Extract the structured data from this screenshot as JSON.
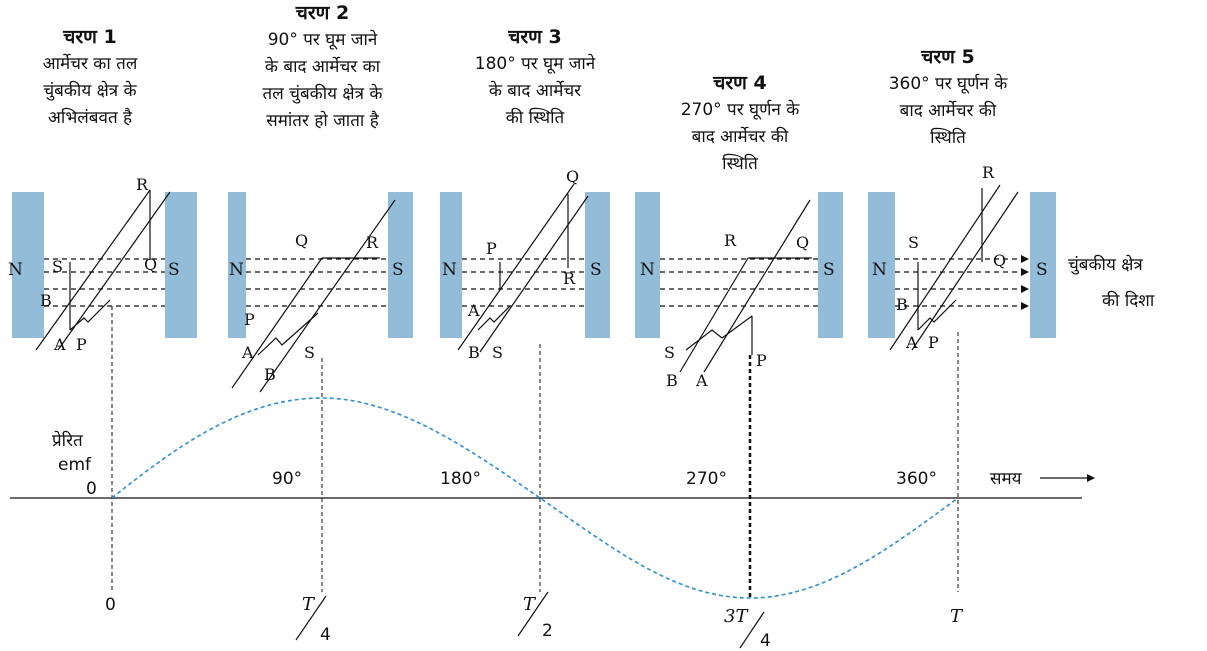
{
  "stages": [
    {
      "title": "चरण 1",
      "lines": [
        "आर्मेचर का तल",
        "चुंबकीय क्षेत्र के",
        "अभिलंबवत है"
      ]
    },
    {
      "title": "चरण 2",
      "lines": [
        "90° पर घूम जाने",
        "के बाद आर्मेचर का",
        "तल चुंबकीय क्षेत्र के",
        "समांतर हो जाता है"
      ]
    },
    {
      "title": "चरण 3",
      "lines": [
        "180° पर घूम जाने",
        "के बाद आर्मेचर",
        "की स्थिति"
      ]
    },
    {
      "title": "चरण 4",
      "lines": [
        "270° पर घूर्णन के",
        "बाद आर्मेचर की",
        "स्थिति"
      ]
    },
    {
      "title": "चरण 5",
      "lines": [
        "360° पर घूर्णन के",
        "बाद आर्मेचर की",
        "स्थिति"
      ]
    }
  ],
  "poles": {
    "north": "N",
    "south": "S"
  },
  "coil_labels": {
    "stage1": [
      "R",
      "S",
      "Q",
      "B",
      "A",
      "P"
    ],
    "stage2": [
      "Q",
      "R",
      "P",
      "A",
      "B",
      "S"
    ],
    "stage3": [
      "Q",
      "P",
      "R",
      "A",
      "B",
      "S"
    ],
    "stage4": [
      "R",
      "Q",
      "S",
      "B",
      "A",
      "P"
    ],
    "stage5": [
      "R",
      "S",
      "Q",
      "B",
      "A",
      "P"
    ]
  },
  "field_direction_label": [
    "चुंबकीय क्षेत्र",
    "की दिशा"
  ],
  "graph": {
    "ylabel": [
      "प्रेरित",
      "emf"
    ],
    "origin": "0",
    "time_label": "समय",
    "angle_labels": [
      "90°",
      "180°",
      "270°",
      "360°"
    ],
    "time_ticks": [
      {
        "num": "0",
        "den": ""
      },
      {
        "num": "T",
        "den": "4"
      },
      {
        "num": "T",
        "den": "2"
      },
      {
        "num": "3T",
        "den": "4"
      },
      {
        "num": "T",
        "den": ""
      }
    ]
  },
  "colors": {
    "magnet": "#92BCD8",
    "curve": "#2E8FD0",
    "ink": "#111111"
  }
}
